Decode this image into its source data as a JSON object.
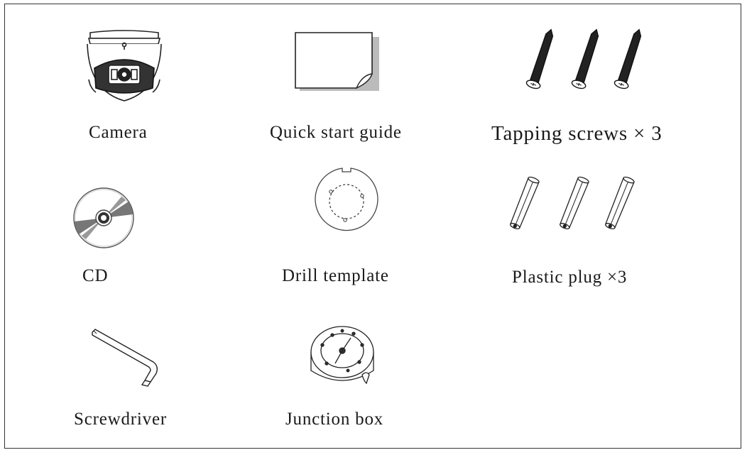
{
  "items": {
    "camera": {
      "label": "Camera",
      "icon": "dome-camera-icon"
    },
    "quick_start_guide": {
      "label": "Quick start guide",
      "icon": "document-icon"
    },
    "tapping_screws": {
      "label": "Tapping screws × 3",
      "icon": "screw-icon"
    },
    "cd": {
      "label": "CD",
      "icon": "cd-icon"
    },
    "drill_template": {
      "label": "Drill template",
      "icon": "drill-template-icon"
    },
    "plastic_plug": {
      "label": "Plastic plug ×3",
      "icon": "plastic-plug-icon"
    },
    "screwdriver": {
      "label": "Screwdriver",
      "icon": "hex-key-icon"
    },
    "junction_box": {
      "label": "Junction box",
      "icon": "junction-box-icon"
    }
  }
}
